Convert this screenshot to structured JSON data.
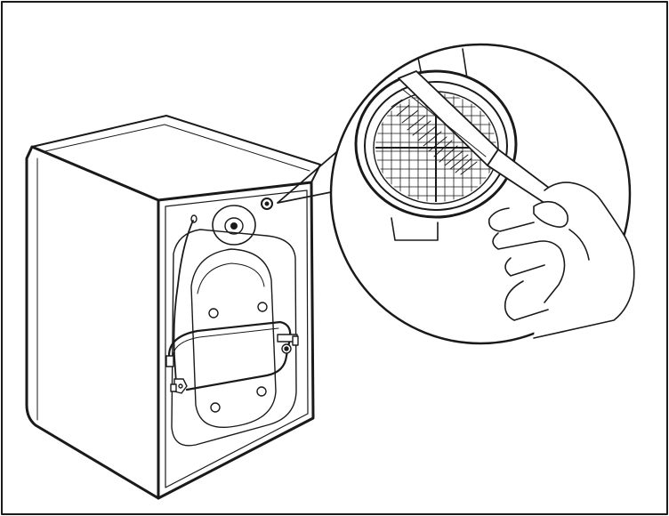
{
  "figure": {
    "kind": "line-art-illustration",
    "colors": {
      "stroke": "#1a1a1a",
      "fill": "#ffffff",
      "dark": "#333333"
    },
    "icons": [
      "washing-machine-rear-view",
      "inlet-filter-magnifier",
      "cleaning-brush",
      "hand"
    ]
  }
}
